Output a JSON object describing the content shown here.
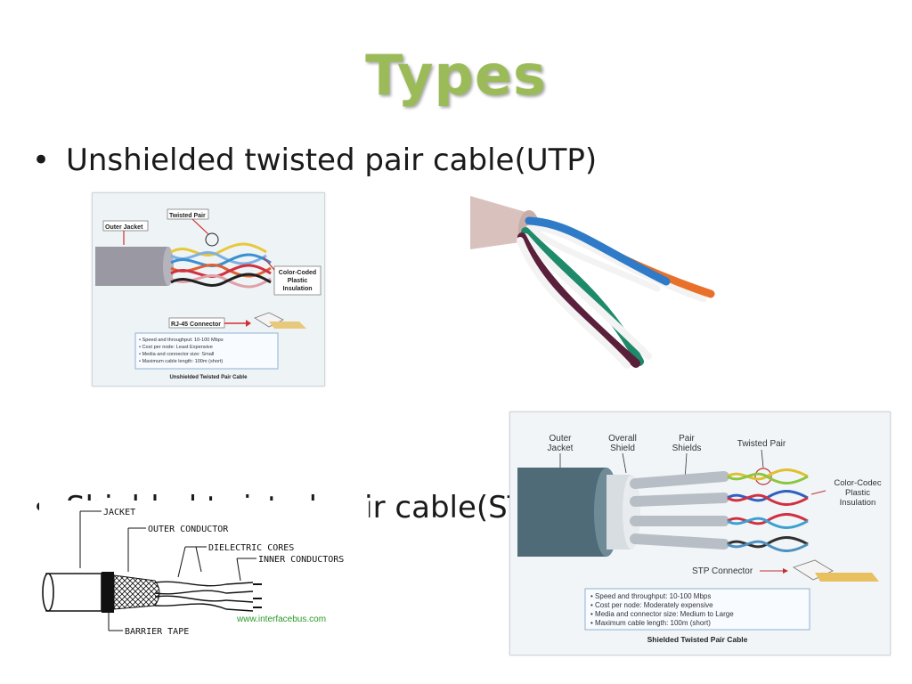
{
  "title": "Types",
  "bullets": [
    {
      "text": "Unshielded twisted pair cable(UTP)"
    },
    {
      "text": "Shielded twisted pair cable(STP)"
    }
  ],
  "utp_diagram": {
    "labels": {
      "outer_jacket": "Outer Jacket",
      "twisted_pair": "Twisted Pair",
      "insulation_line1": "Color-Coded",
      "insulation_line2": "Plastic",
      "insulation_line3": "Insulation",
      "connector": "RJ-45 Connector"
    },
    "specs": [
      "Speed and throughput:  10-100 Mbps",
      "Cost per node:  Least Expensive",
      "Media and connector size:  Small",
      "Maximum cable length:  100m (short)"
    ],
    "caption": "Unshielded Twisted Pair Cable"
  },
  "stp_diagram": {
    "labels": {
      "outer_jacket_1": "Outer",
      "outer_jacket_2": "Jacket",
      "overall_shield_1": "Overall",
      "overall_shield_2": "Shield",
      "pair_shields_1": "Pair",
      "pair_shields_2": "Shields",
      "twisted_pair": "Twisted Pair",
      "insulation_1": "Color-Codec",
      "insulation_2": "Plastic",
      "insulation_3": "Insulation",
      "connector": "STP Connector"
    },
    "specs": [
      "Speed and throughput:  10-100 Mbps",
      "Cost per node: Moderately expensive",
      "Media and connector size:  Medium to Large",
      "Maximum cable length:  100m (short)"
    ],
    "caption": "Shielded Twisted Pair Cable"
  },
  "coax_diagram": {
    "labels": {
      "jacket": "JACKET",
      "outer_conductor": "OUTER CONDUCTOR",
      "dielectric_cores": "DIELECTRIC CORES",
      "inner_conductors": "INNER CONDUCTORS",
      "barrier_tape": "BARRIER TAPE"
    },
    "watermark": "www.interfacebus.com"
  },
  "colors": {
    "title": "#9bbb59",
    "utp_jacket": "#9a98a3",
    "stp_jacket": "#4f6b78",
    "spec_box_border": "#8fb0d0",
    "photo_jacket": "#d9c2bd"
  }
}
